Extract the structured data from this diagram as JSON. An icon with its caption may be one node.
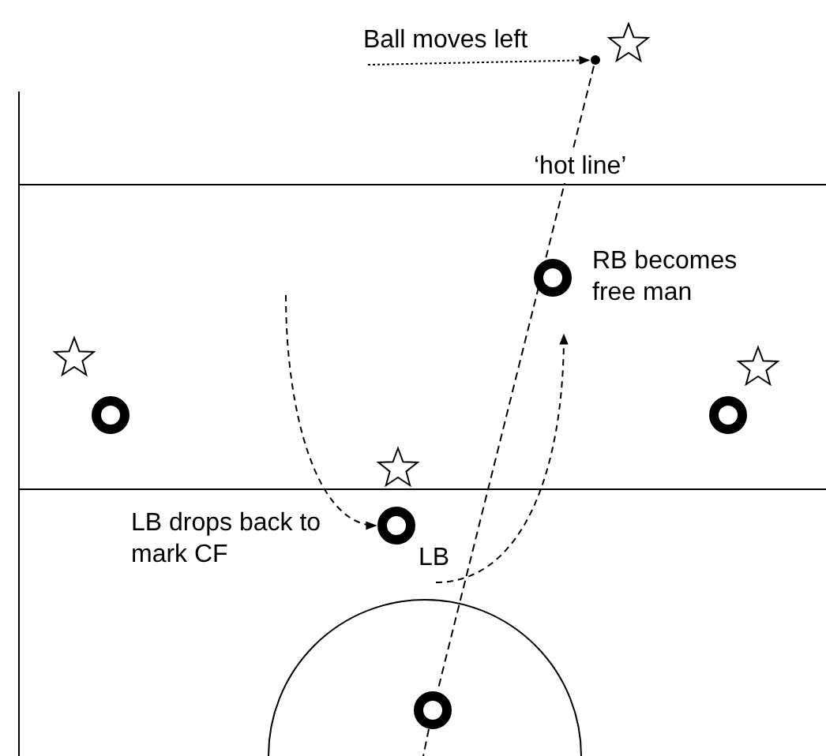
{
  "diagram": {
    "nodes": [
      {
        "text": [],
        "shape": "circle"
      },
      {
        "text": [],
        "shape": "star"
      },
      {
        "text": [],
        "shape": "circle",
        "beside": [
          "RB becomes free man"
        ]
      },
      {
        "text": [],
        "shape": "star"
      },
      {
        "text": [],
        "shape": "star"
      },
      {
        "text": [],
        "shape": "circle"
      },
      {
        "text": [],
        "shape": "circle"
      },
      {
        "text": [],
        "shape": "star"
      },
      {
        "text": [],
        "shape": "circle",
        "beside": [
          "LB"
        ]
      },
      {
        "text": [],
        "shape": "circle"
      }
    ],
    "edges": [
      {
        "from": null,
        "to": 0,
        "arrow": "to",
        "style": "dashed"
      },
      {
        "from": 0,
        "to": 9,
        "arrow": "none",
        "style": "dashed",
        "label": "‘hot line’"
      },
      {
        "from": null,
        "to": 8,
        "arrow": "to",
        "style": "dashed"
      }
    ],
    "labels": [
      "Ball moves left",
      "LB drops back to mark CF"
    ]
  }
}
